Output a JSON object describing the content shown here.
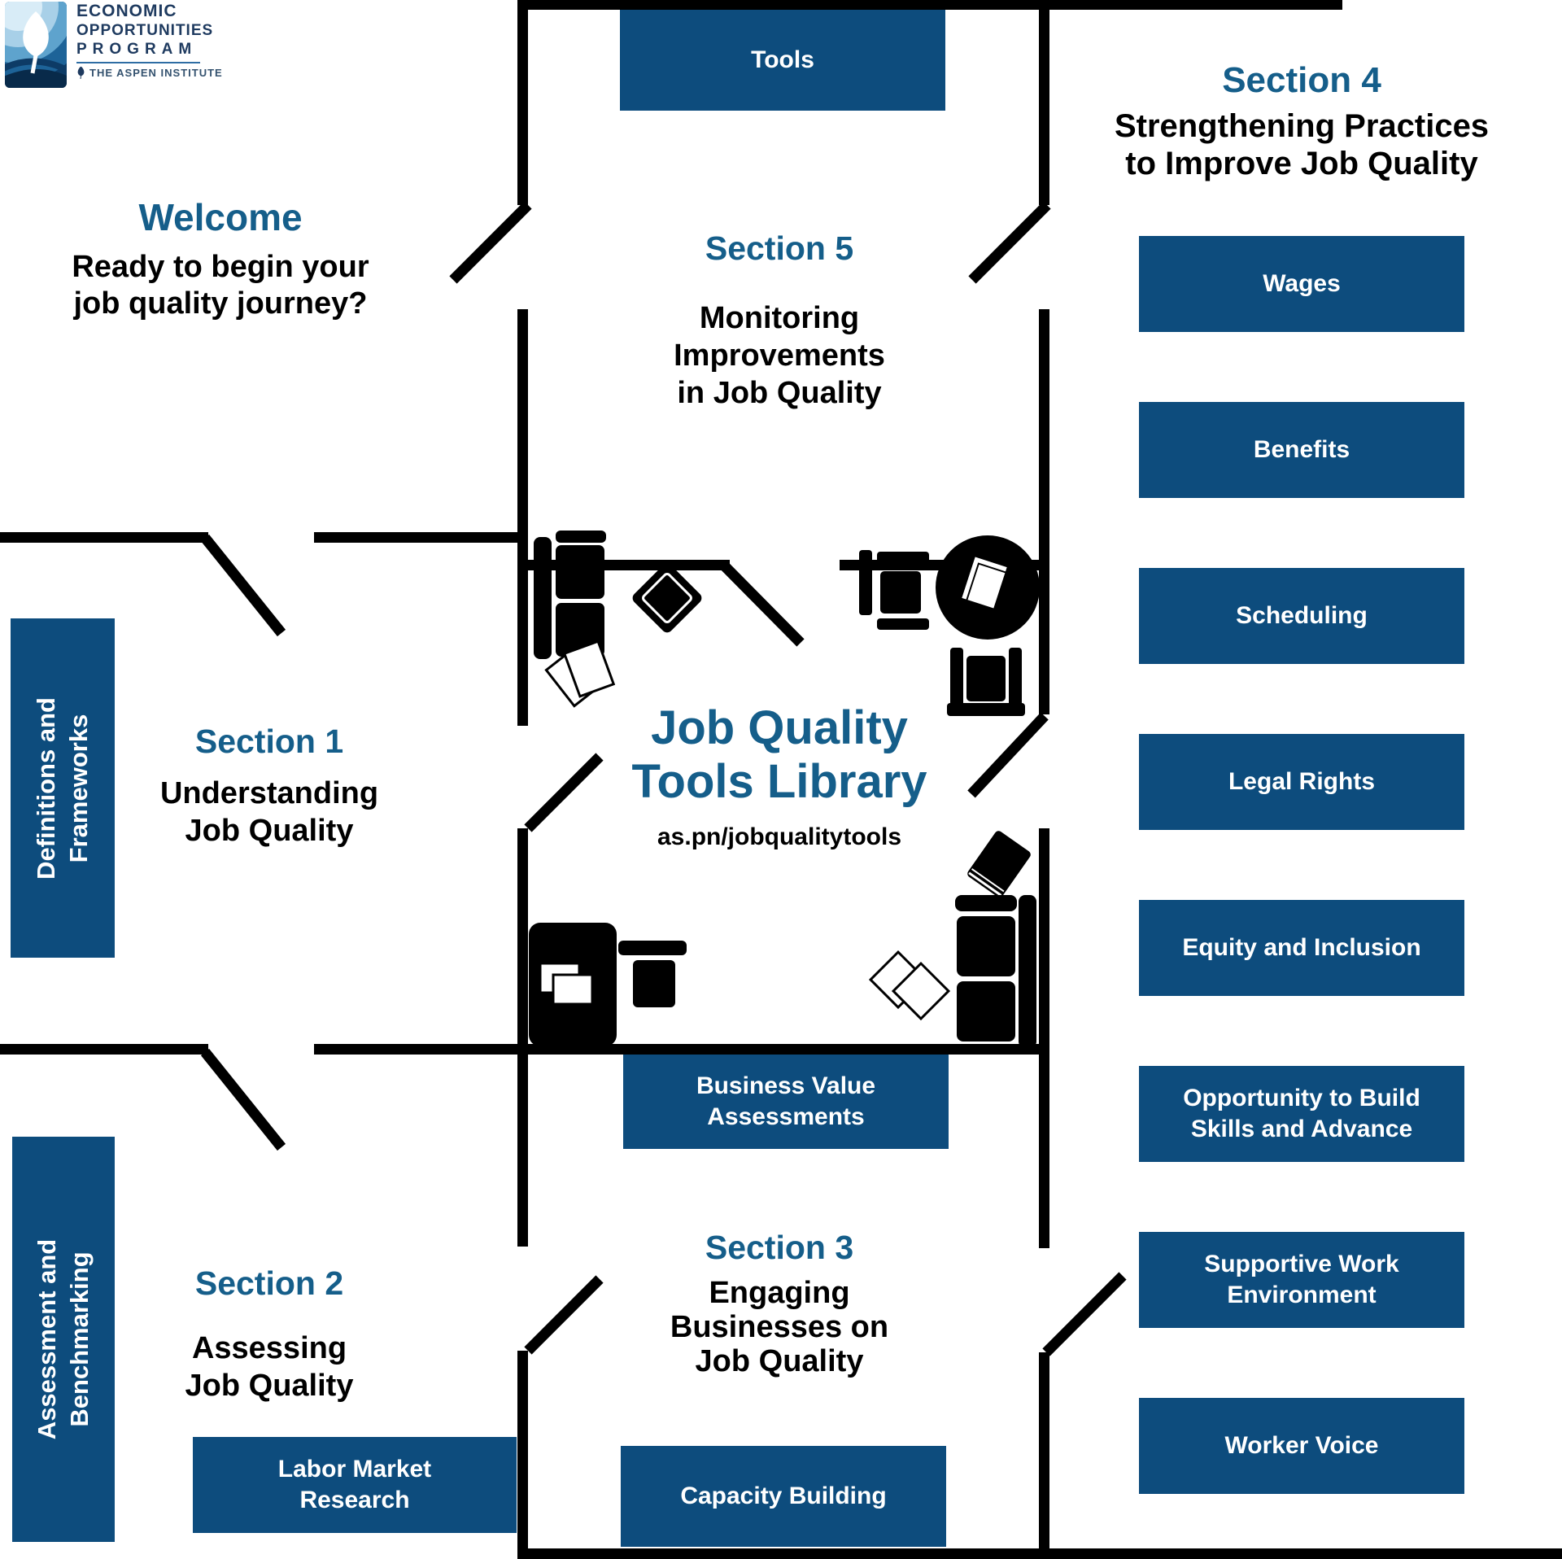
{
  "logo": {
    "line1": "ECONOMIC",
    "line2": "OPPORTUNITIES",
    "line3": "PROGRAM",
    "line4": "THE ASPEN INSTITUTE"
  },
  "welcome": {
    "title": "Welcome",
    "subtitle_line1": "Ready to begin your",
    "subtitle_line2": "job quality journey?"
  },
  "library": {
    "title_line1": "Job Quality",
    "title_line2": "Tools Library",
    "url": "as.pn/jobqualitytools"
  },
  "sections": {
    "s1": {
      "label": "Section 1",
      "line1": "Understanding",
      "line2": "Job Quality"
    },
    "s2": {
      "label": "Section 2",
      "line1": "Assessing",
      "line2": "Job Quality"
    },
    "s3": {
      "label": "Section 3",
      "line1": "Engaging",
      "line2": "Businesses on",
      "line3": "Job Quality"
    },
    "s4": {
      "label": "Section 4",
      "line1": "Strengthening Practices",
      "line2": "to Improve Job Quality"
    },
    "s5": {
      "label": "Section 5",
      "line1": "Monitoring",
      "line2": "Improvements",
      "line3": "in Job Quality"
    }
  },
  "buttons": {
    "tools": "Tools",
    "business_value_line1": "Business Value",
    "business_value_line2": "Assessments",
    "labor_market_line1": "Labor Market",
    "labor_market_line2": "Research",
    "capacity": "Capacity Building",
    "definitions_line1": "Definitions and",
    "definitions_line2": "Frameworks",
    "assessment_line1": "Assessment and",
    "assessment_line2": "Benchmarking",
    "section4_items": [
      "Wages",
      "Benefits",
      "Scheduling",
      "Legal Rights",
      "Equity and Inclusion",
      "Opportunity to Build Skills and Advance",
      "Supportive Work Environment",
      "Worker Voice"
    ]
  },
  "colors": {
    "button_bg": "#0D4C7D",
    "heading_blue": "#155E8A",
    "wall_black": "#000000"
  }
}
